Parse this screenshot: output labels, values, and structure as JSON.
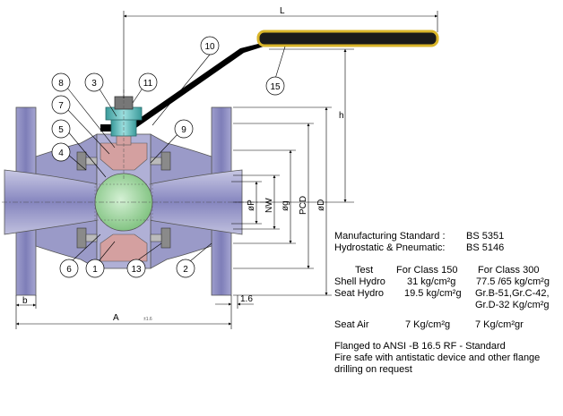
{
  "dimensions": {
    "L": "L",
    "h": "h",
    "b": "b",
    "A": "A",
    "tol": "±1.6",
    "flange_thk": "1.6",
    "dia_P": "øP",
    "nw": "NW",
    "dia_g": "øg",
    "pcd": "PCD",
    "dia_D": "øD"
  },
  "callouts": [
    "1",
    "2",
    "3",
    "4",
    "5",
    "6",
    "7",
    "8",
    "9",
    "10",
    "11",
    "13",
    "15"
  ],
  "specs": {
    "mfg_label": "Manufacturing Standard :",
    "mfg_value": "BS 5351",
    "hydro_label": "Hydrostatic & Pneumatic:",
    "hydro_value": "BS 5146",
    "table_head": [
      "Test",
      "For Class 150",
      "For Class 300"
    ],
    "shell": {
      "label": "Shell Hydro",
      "c150": "31 kg/cm²g",
      "c300": "77.5 /65  kg/cm²g"
    },
    "seat": {
      "label": "Seat Hydro",
      "c150": "19.5 kg/cm²g",
      "c300_l1": "Gr.B-51,Gr.C-42,",
      "c300_l2": "Gr.D-32 Kg/cm²g"
    },
    "seat_air": {
      "label": "Seat Air",
      "c150": "7 Kg/cm²g",
      "c300": "7 Kg/cm²gr"
    },
    "note1": "Flanged to ANSI -B 16.5 RF - Standard",
    "note2": "Fire safe with antistatic device and other flange",
    "note3": "drilling on request"
  },
  "colors": {
    "body": "#9a9ac8",
    "flange": "#8c8cc4",
    "ball": "#a8d8a8",
    "seat": "#d4a0a0",
    "stem": "#6cc0c0",
    "handle": "#000000",
    "grip": "#e6c230"
  }
}
